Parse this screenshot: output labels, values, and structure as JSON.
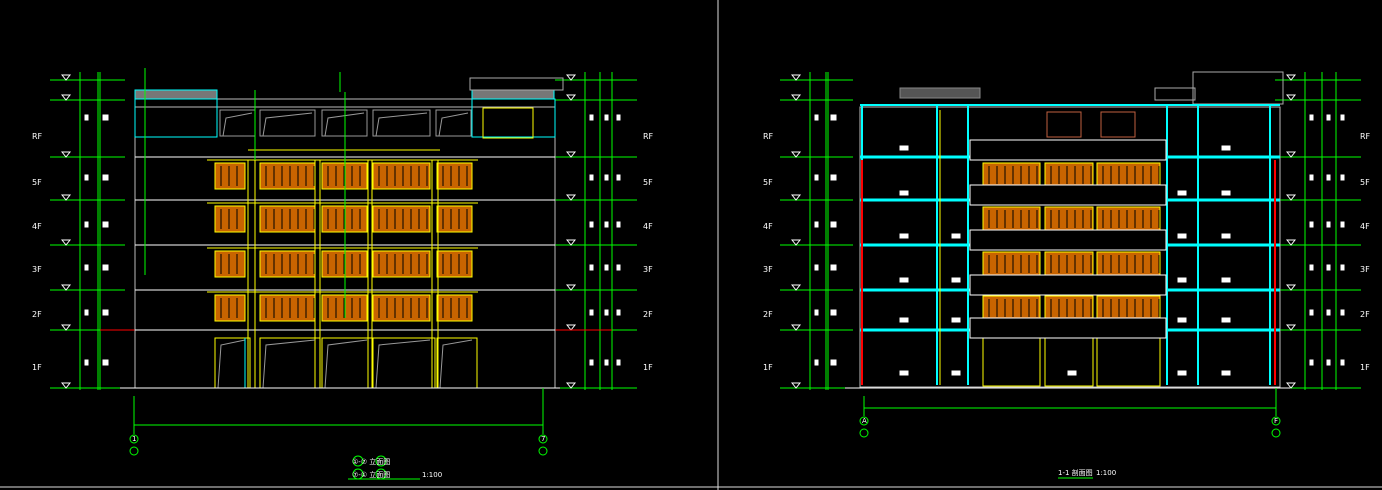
{
  "floors": [
    "RF",
    "5F",
    "4F",
    "3F",
    "2F",
    "1F"
  ],
  "left_drawing": {
    "title_line1": "①-⑦ 立面图",
    "title_line2": "⑦-① 立面图",
    "scale": "1:100",
    "axis_left": "1",
    "axis_right": "7"
  },
  "right_drawing": {
    "title": "1-1 剖面图",
    "scale": "1:100",
    "axis_left": "A",
    "axis_right": "F"
  },
  "colors": {
    "background": "#000000",
    "dimension": "#00ff00",
    "wall": "#00ffff",
    "frame": "#ffff00",
    "panel": "#c86400",
    "outline": "#ffffff",
    "section_cut": "#ff0000"
  }
}
